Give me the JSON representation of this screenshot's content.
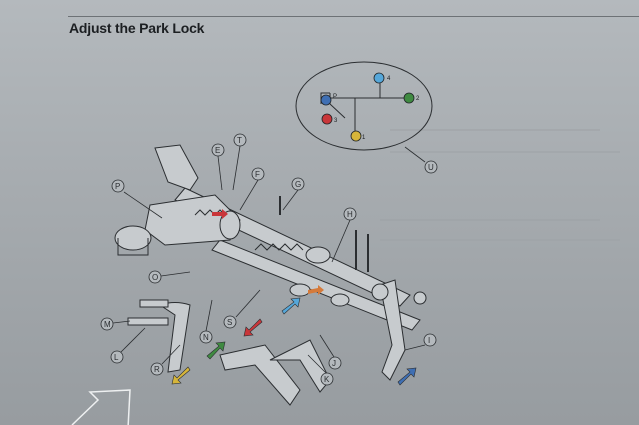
{
  "page": {
    "title": "Adjust the Park Lock"
  },
  "shift_pattern": {
    "labels": [
      "P",
      "4",
      "2",
      "3",
      "1"
    ],
    "colors": {
      "P": "#3f6fb3",
      "4": "#56a7d9",
      "2": "#3f8a41",
      "3": "#c9363a",
      "1": "#d6b53a"
    },
    "callout": "U"
  },
  "callouts": [
    "T",
    "E",
    "F",
    "G",
    "P",
    "H",
    "O",
    "M",
    "N",
    "S",
    "L",
    "R",
    "J",
    "K",
    "I"
  ],
  "arrows": {
    "red": "#c9363a",
    "blue_left": "#56a7d9",
    "green": "#3f8a41",
    "yellow": "#d6b53a",
    "blue_right": "#3f6fb3"
  }
}
